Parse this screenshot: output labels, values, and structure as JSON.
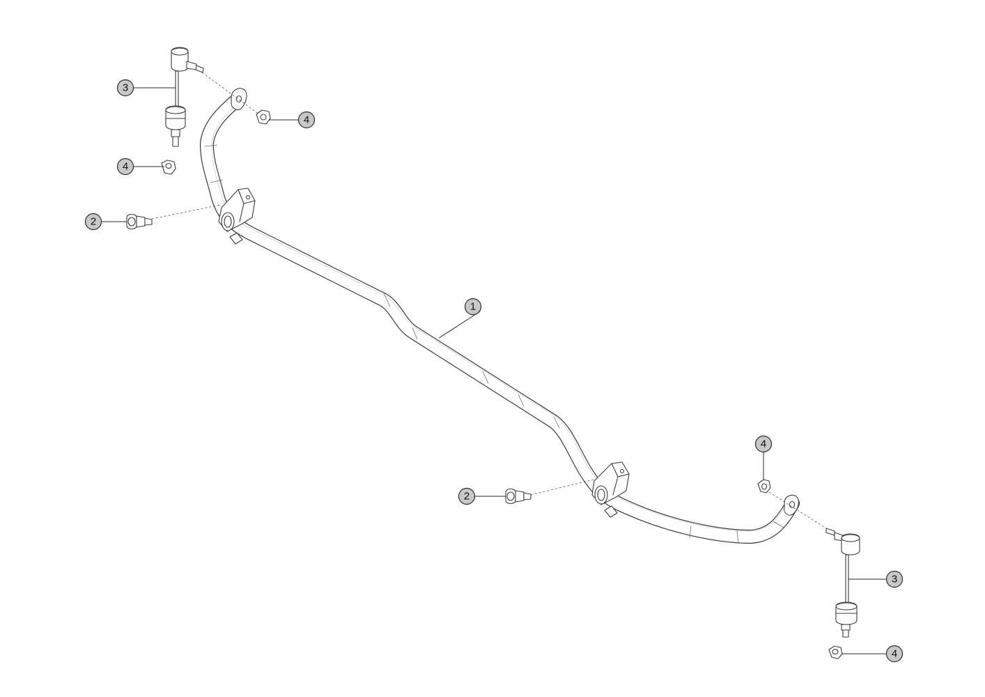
{
  "diagram": {
    "parts": [
      {
        "id": "stabilizer-bar",
        "number": "1"
      },
      {
        "id": "bushing-bolt",
        "number": "2"
      },
      {
        "id": "stabilizer-link",
        "number": "3"
      },
      {
        "id": "nut",
        "number": "4"
      }
    ],
    "callouts": {
      "bar": "1",
      "bolt_left": "2",
      "bolt_right": "2",
      "link_left": "3",
      "link_right": "3",
      "nut_left_upper": "4",
      "nut_left_lower": "4",
      "nut_right_upper": "4",
      "nut_right_lower": "4"
    },
    "colors": {
      "callout_fill": "#c8c8c8",
      "line": "#2a2a2a",
      "background": "#ffffff"
    }
  }
}
